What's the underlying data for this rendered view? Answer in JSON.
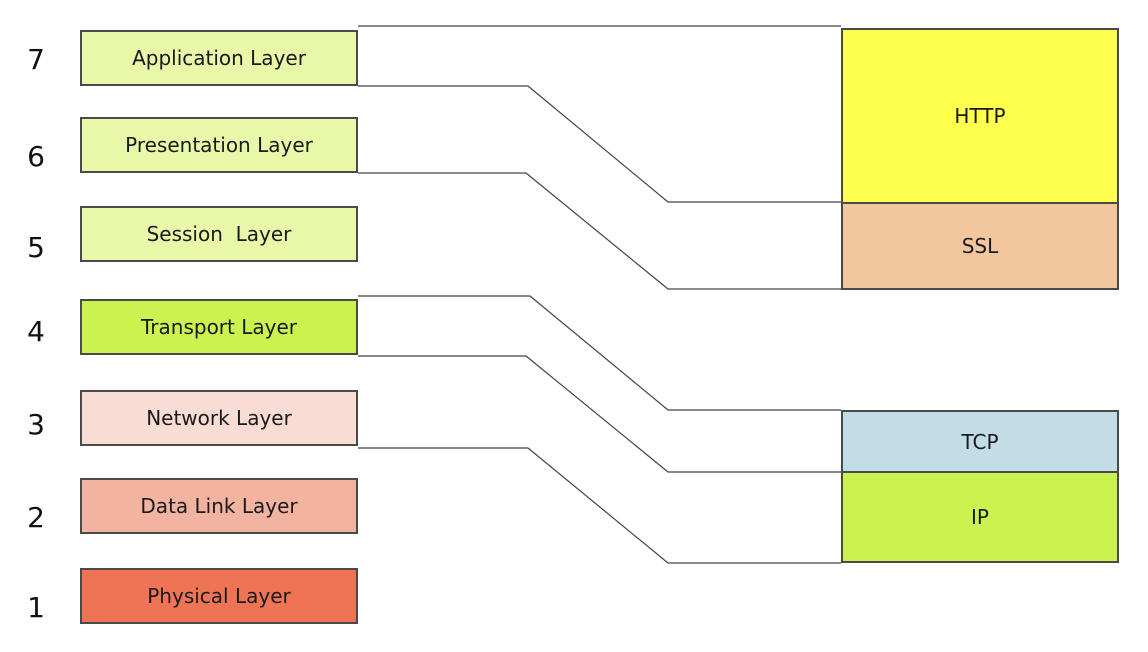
{
  "layers": [
    {
      "number": "7",
      "label": "Application Layer",
      "color": "#e8f7a8"
    },
    {
      "number": "6",
      "label": "Presentation Layer",
      "color": "#e8f7a8"
    },
    {
      "number": "5",
      "label": "Session  Layer",
      "color": "#e8f7a8"
    },
    {
      "number": "4",
      "label": "Transport Layer",
      "color": "#ccf250"
    },
    {
      "number": "3",
      "label": "Network Layer",
      "color": "#f9dcd4"
    },
    {
      "number": "2",
      "label": "Data Link Layer",
      "color": "#f2b3a0"
    },
    {
      "number": "1",
      "label": "Physical Layer",
      "color": "#ee7455"
    }
  ],
  "protocols": [
    {
      "label": "HTTP",
      "color": "#ffff4d"
    },
    {
      "label": "SSL",
      "color": "#f2c79e"
    },
    {
      "label": "TCP",
      "color": "#c3dde6"
    },
    {
      "label": "IP",
      "color": "#ccf250"
    }
  ]
}
